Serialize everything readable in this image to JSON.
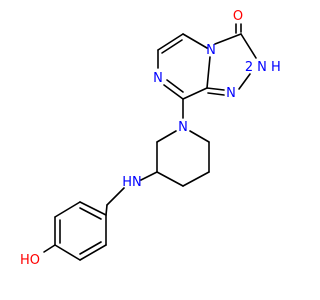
{
  "colors": {
    "background": "#ffffff",
    "bond": "#000000",
    "nitrogen": "#0000ff",
    "oxygen": "#ff0000"
  },
  "atom_labels": {
    "oxo_o": "O",
    "nh_triazole": "N",
    "nh_triazole_h": "H",
    "triazole_n": "N",
    "bridge_n": "N",
    "pyrazine_n": "N",
    "piperidine_n": "N",
    "amine_nh": "HN",
    "phenol_oh": "HO",
    "nh_prefix": "2"
  }
}
